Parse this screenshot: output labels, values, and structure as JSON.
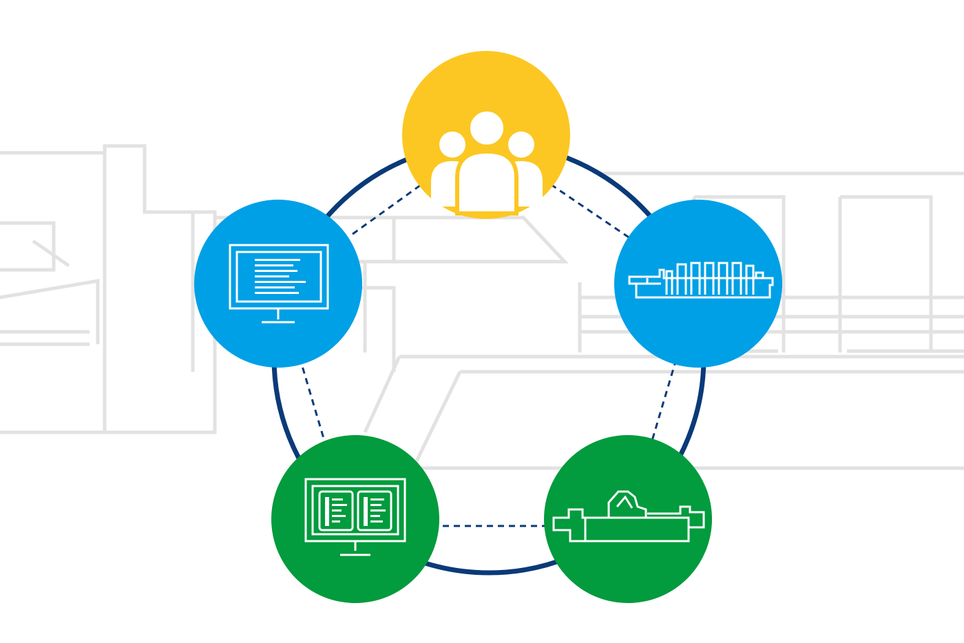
{
  "diagram": {
    "colors": {
      "ring": "#0a3a78",
      "connector": "#0a3a78",
      "yellow": "#fcc722",
      "blue": "#00a0e6",
      "green": "#029b3d",
      "background_lines": "#e2e2e2",
      "icon": "#ffffff"
    },
    "nodes": [
      {
        "id": "people",
        "icon": "people-group-icon",
        "color_key": "yellow"
      },
      {
        "id": "press",
        "icon": "printing-press-icon",
        "color_key": "blue"
      },
      {
        "id": "folder",
        "icon": "folding-machine-icon",
        "color_key": "green"
      },
      {
        "id": "dashboard",
        "icon": "dashboard-monitor-icon",
        "color_key": "green"
      },
      {
        "id": "workstation",
        "icon": "text-monitor-icon",
        "color_key": "blue"
      }
    ]
  }
}
